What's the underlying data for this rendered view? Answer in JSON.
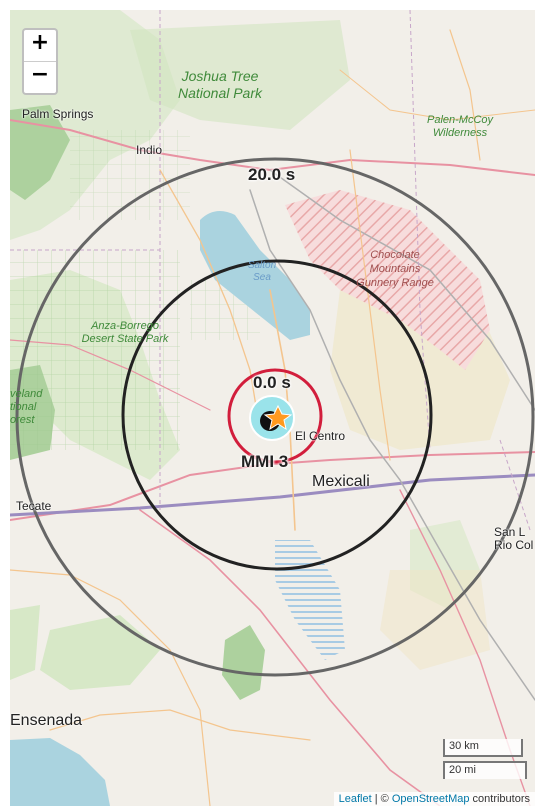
{
  "map": {
    "controls": {
      "zoom_in": "+",
      "zoom_out": "−"
    },
    "labels": {
      "joshua_tree": "Joshua Tree National Park",
      "palen_mccoy": "Palen-McCoy Wilderness",
      "chocolate_mountains": "Chocolate Mountains Gunnery Range",
      "salton_sea": "Salton Sea",
      "anza_borrego": "Anza-Borrego Desert State Park",
      "cleveland_forest": "veland tional orest",
      "palm_springs": "Palm Springs",
      "indio": "Indio",
      "el_centro": "El Centro",
      "mexicali": "Mexicali",
      "tecate": "Tecate",
      "san_luis": "San L Rio Col",
      "ensenada": "Ensenada"
    },
    "overlays": {
      "outer_ring_label": "20.0 s",
      "inner_ring_label": "0.0 s",
      "intensity_label": "MMI 3"
    },
    "scale": {
      "km": "30 km",
      "mi": "20 mi"
    },
    "attribution": {
      "leaflet": "Leaflet",
      "separator": " | © ",
      "osm": "OpenStreetMap",
      "suffix": " contributors"
    },
    "colors": {
      "outer_ring": "#666666",
      "middle_ring": "#222222",
      "inner_ring": "#d21e3c",
      "epicenter": "#ff9a1f"
    }
  }
}
